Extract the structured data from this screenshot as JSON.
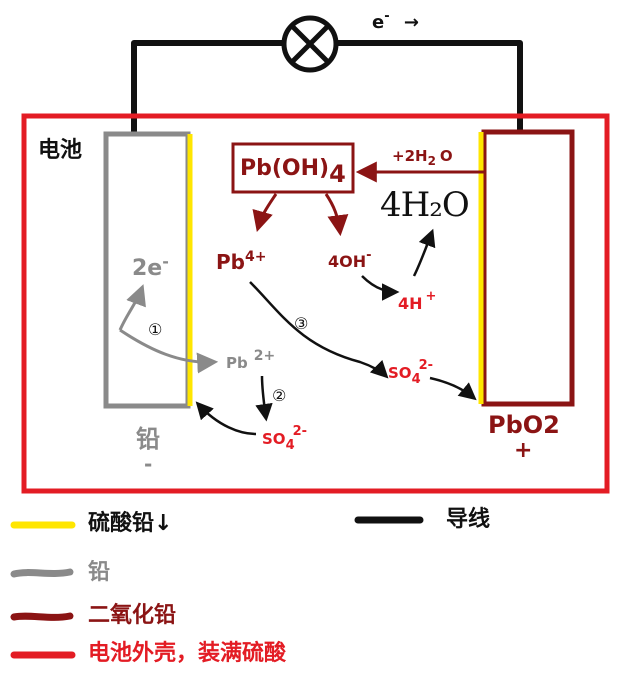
{
  "colors": {
    "red": "#e31c24",
    "dark_red": "#8b1414",
    "gray": "#8a8a8a",
    "yellow": "#ffe600",
    "black": "#111111"
  },
  "cell": {
    "label": "电池"
  },
  "circuit": {
    "electron_flow": "e",
    "electron_sup": "-",
    "electron_arrow": "→",
    "lamp_icon": "lamp-icon"
  },
  "anode": {
    "name": "铅",
    "sign": "-"
  },
  "cathode": {
    "name": "PbO2",
    "sign": "+"
  },
  "species": {
    "pboh4_main": "Pb(OH)",
    "pboh4_sub": "4",
    "h2o_main": "+2H",
    "h2o_sub": "2",
    "h2o_tail": "O",
    "h2o_handwritten": "4H₂O",
    "two_e": "2e",
    "two_e_sup": "-",
    "pb4_main": "Pb",
    "pb4_sup": "4+",
    "oh_main": "4OH",
    "oh_sup": "-",
    "h_main": "4H",
    "h_sup": "+",
    "pb2_main": "Pb",
    "pb2_sup": "2+",
    "so4_main": "SO",
    "so4_sub": "4",
    "so4_sup": "2-"
  },
  "steps": [
    "①",
    "②",
    "③"
  ],
  "legend": [
    {
      "label": "硫酸铅↓",
      "color": "#ffe600"
    },
    {
      "label": "导线",
      "color": "#111111"
    },
    {
      "label": "铅",
      "color": "#8a8a8a"
    },
    {
      "label": "二氧化铅",
      "color": "#8b1414"
    },
    {
      "label": "电池外壳，装满硫酸",
      "color": "#e31c24"
    }
  ]
}
